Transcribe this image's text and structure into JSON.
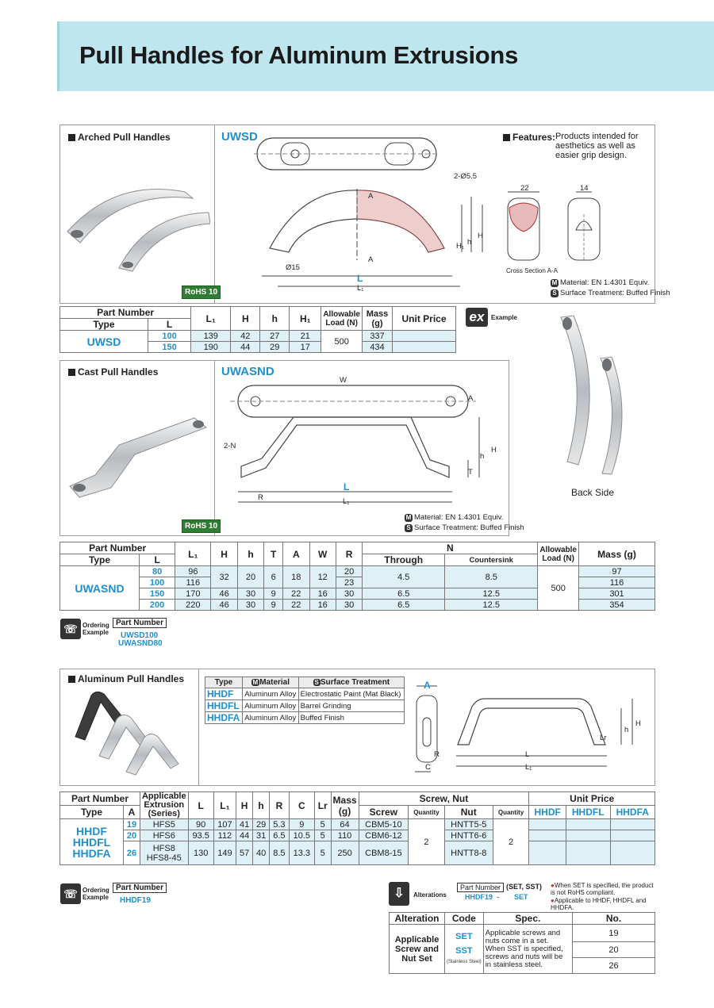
{
  "page": {
    "title": "Pull Handles for Aluminum Extrusions"
  },
  "sec1": {
    "name": "Arched Pull Handles",
    "code": "UWSD",
    "rohs": "RoHS 10",
    "features_label": "Features:",
    "features_text": "Products intended for aesthetics as well as easier grip design.",
    "dim_hole": "2-Ø5.5",
    "dim_phi": "Ø15",
    "dim_22": "22",
    "dim_14": "14",
    "cross": "Cross Section A-A",
    "material": "Material: EN 1.4301 Equiv.",
    "surface": "Surface Treatment: Buffed Finish",
    "labels": {
      "A": "A",
      "L": "L",
      "L1": "L₁",
      "H": "H",
      "h": "h",
      "H1": "H₁"
    },
    "table": {
      "h_part": "Part Number",
      "h_type": "Type",
      "h_L": "L",
      "h_L1": "L₁",
      "h_H": "H",
      "h_h": "h",
      "h_H1": "H₁",
      "h_load": "Allowable Load (N)",
      "h_mass": "Mass (g)",
      "h_price": "Unit Price",
      "type": "UWSD",
      "load": "500",
      "rows": [
        {
          "L": "100",
          "L1": "139",
          "H": "42",
          "h": "27",
          "H1": "21",
          "mass": "337"
        },
        {
          "L": "150",
          "L1": "190",
          "H": "44",
          "h": "29",
          "H1": "17",
          "mass": "434"
        }
      ]
    },
    "ex_label": "ex",
    "ex_text": "Example",
    "back_side": "Back Side"
  },
  "sec2": {
    "name": "Cast Pull Handles",
    "code": "UWASND",
    "rohs": "RoHS 10",
    "labels": {
      "W": "W",
      "A": "A",
      "N": "2-N",
      "L": "L",
      "L1": "L₁",
      "R": "R",
      "H": "H",
      "h": "h",
      "T": "T"
    },
    "material": "Material: EN 1.4301 Equiv.",
    "surface": "Surface Treatment: Buffed Finish",
    "table": {
      "h_part": "Part Number",
      "h_type": "Type",
      "h_L": "L",
      "h_L1": "L₁",
      "h_H": "H",
      "h_h": "h",
      "h_T": "T",
      "h_A": "A",
      "h_W": "W",
      "h_R": "R",
      "h_N": "N",
      "h_through": "Through",
      "h_counter": "Countersink",
      "h_load": "Allowable Load (N)",
      "h_mass": "Mass (g)",
      "type": "UWASND",
      "load": "500",
      "rows": [
        {
          "L": "80",
          "L1": "96",
          "R": "20",
          "mass": "97"
        },
        {
          "L": "100",
          "L1": "116",
          "R": "23",
          "mass": "116"
        },
        {
          "L": "150",
          "L1": "170",
          "H": "46",
          "h": "30",
          "T": "9",
          "A": "22",
          "W": "16",
          "R": "30",
          "through": "6.5",
          "counter": "12.5",
          "mass": "301"
        },
        {
          "L": "200",
          "L1": "220",
          "H": "46",
          "h": "30",
          "T": "9",
          "A": "22",
          "W": "16",
          "R": "30",
          "through": "6.5",
          "counter": "12.5",
          "mass": "354"
        }
      ],
      "merged": {
        "H": "32",
        "h": "20",
        "T": "6",
        "A": "18",
        "W": "12",
        "through": "4.5",
        "counter": "8.5"
      }
    }
  },
  "order1": {
    "label1": "Ordering",
    "label2": "Example",
    "part_label": "Part Number",
    "ex1": "UWSD100",
    "ex2": "UWASND80"
  },
  "sec3": {
    "name": "Aluminum Pull Handles",
    "mat_table": {
      "h_type": "Type",
      "h_mat": "Material",
      "h_surf": "Surface Treatment",
      "rows": [
        {
          "type": "HHDF",
          "mat": "Aluminum Alloy",
          "surf": "Electrostatic Paint (Mat Black)"
        },
        {
          "type": "HHDFL",
          "mat": "Aluminum Alloy",
          "surf": "Barrel Grinding"
        },
        {
          "type": "HHDFA",
          "mat": "Aluminum Alloy",
          "surf": "Buffed Finish"
        }
      ]
    },
    "labels": {
      "A": "A",
      "R": "R",
      "C": "C",
      "L": "L",
      "L1": "L₁",
      "Lr": "Lr",
      "h": "h",
      "H": "H"
    },
    "table": {
      "h_part": "Part Number",
      "h_type": "Type",
      "h_A": "A",
      "h_ext": "Applicable Extrusion (Series)",
      "h_L": "L",
      "h_L1": "L₁",
      "h_H": "H",
      "h_h": "h",
      "h_R": "R",
      "h_C": "C",
      "h_Lr": "Lr",
      "h_mass": "Mass (g)",
      "h_screw_nut": "Screw, Nut",
      "h_screw": "Screw",
      "h_qty": "Quantity",
      "h_nut": "Nut",
      "h_price": "Unit Price",
      "p1": "HHDF",
      "p2": "HHDFL",
      "p3": "HHDFA",
      "types": [
        "HHDF",
        "HHDFL",
        "HHDFA"
      ],
      "qty": "2",
      "rows": [
        {
          "A": "19",
          "ext": "HFS5",
          "L": "90",
          "L1": "107",
          "H": "41",
          "h": "29",
          "R": "5.3",
          "C": "9",
          "Lr": "5",
          "mass": "64",
          "screw": "CBM5-10",
          "nut": "HNTT5-5"
        },
        {
          "A": "20",
          "ext": "HFS6",
          "L": "93.5",
          "L1": "112",
          "H": "44",
          "h": "31",
          "R": "6.5",
          "C": "10.5",
          "Lr": "5",
          "mass": "110",
          "screw": "CBM6-12",
          "nut": "HNTT6-6"
        },
        {
          "A": "26",
          "ext1": "HFS8",
          "ext2": "HFS8-45",
          "L": "130",
          "L1": "149",
          "H": "57",
          "h": "40",
          "R": "8.5",
          "C": "13.3",
          "Lr": "5",
          "mass": "250",
          "screw": "CBM8-15",
          "nut": "HNTT8-8"
        }
      ]
    }
  },
  "order2": {
    "label1": "Ordering",
    "label2": "Example",
    "part_label": "Part Number",
    "ex": "HHDF19"
  },
  "alter": {
    "label": "Alterations",
    "part_label": "Part Number",
    "dash1": "-",
    "set_sst": "(SET, SST)",
    "ex_part": "HHDF19",
    "dash2": "-",
    "ex_set": "SET",
    "note1": "When SET is specified, the product is not RoHS compliant.",
    "note2": "Applicable to HHDF, HHDFL and HHDFA.",
    "table": {
      "h_alt": "Alteration",
      "h_code": "Code",
      "h_spec": "Spec.",
      "h_no": "No.",
      "alt": "Applicable Screw and Nut Set",
      "code1": "SET",
      "code2": "SST",
      "code2_sub": "(Stainless Steel)",
      "spec1": "Applicable screws and nuts come in a set.",
      "spec2": "When SST is specified, screws and nuts will be in stainless steel.",
      "nos": [
        "19",
        "20",
        "26"
      ]
    }
  }
}
